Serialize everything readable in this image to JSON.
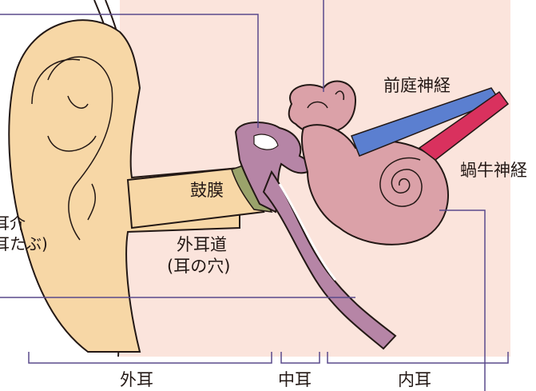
{
  "labels": {
    "pinna_line1": "耳介",
    "pinna_line2": "耳たぶ)",
    "eardrum": "鼓膜",
    "ear_canal_line1": "外耳道",
    "ear_canal_line2": "(耳の穴)",
    "vestibular_nerve": "前庭神経",
    "cochlear_nerve": "蝸牛神経",
    "outer_ear": "外耳",
    "middle_ear": "中耳",
    "inner_ear": "内耳"
  },
  "colors": {
    "background_region": "#fbe4dc",
    "skin": "#f7d7a6",
    "ossicles_tube": "#b685a6",
    "inner_ear": "#dba1a8",
    "eardrum": "#9aa36b",
    "vestibular_nerve": "#5b7fd0",
    "cochlear_nerve": "#d9315e",
    "leader_line": "#5a4a8c",
    "outline": "#231815"
  }
}
